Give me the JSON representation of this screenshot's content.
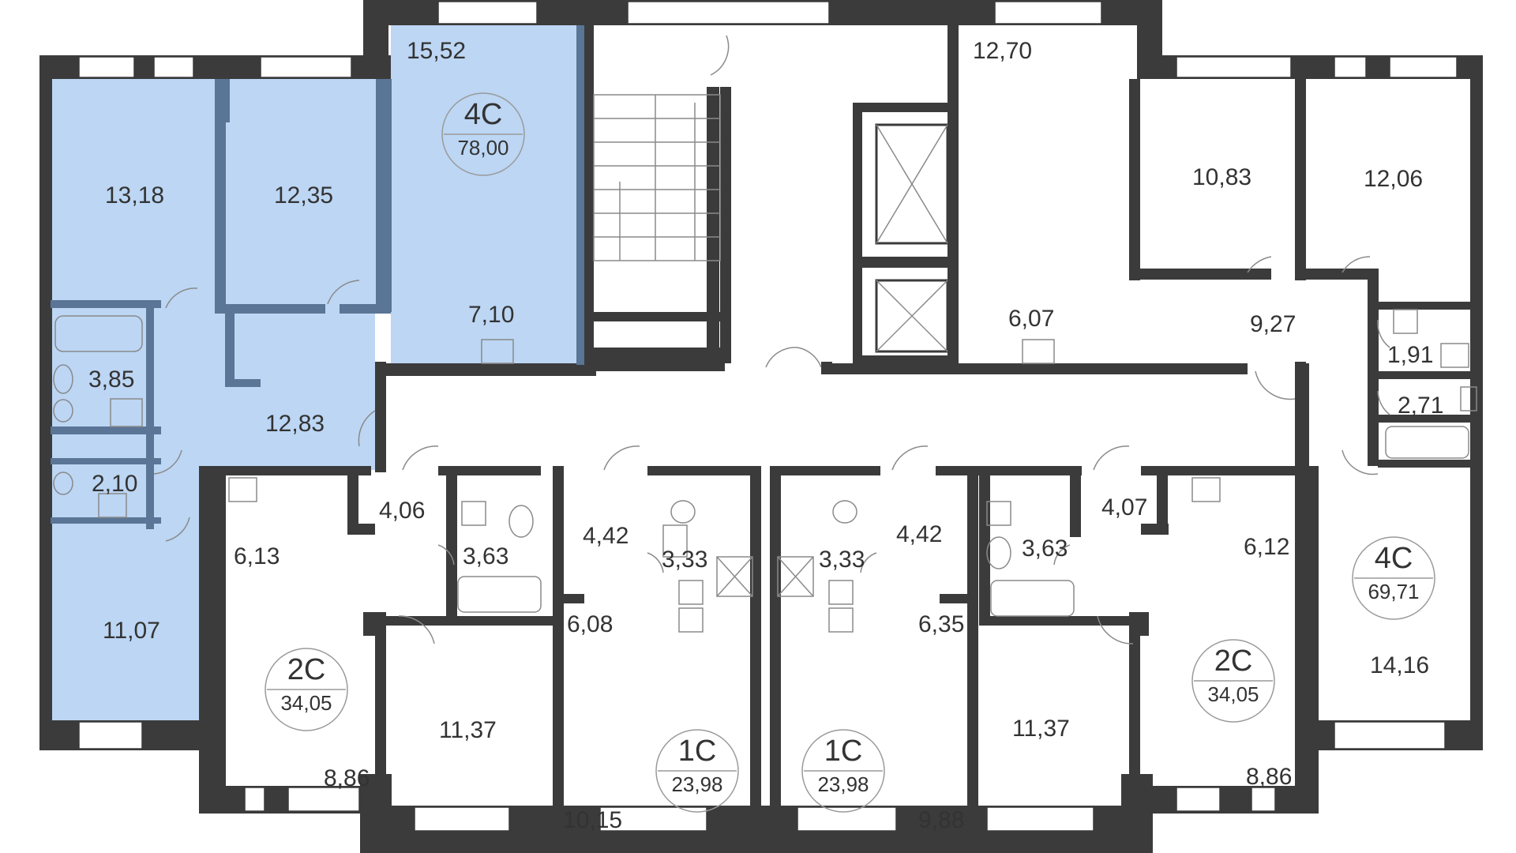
{
  "colors": {
    "wall": "#3b3b3b",
    "highlight": "#bcd6f4",
    "highlight_wall": "#5a7596",
    "text": "#333333",
    "fixture": "#8a8a8a"
  },
  "apartments": [
    {
      "id": "apt-4c-left",
      "code": "4C",
      "area": "78,00"
    },
    {
      "id": "apt-4c-right",
      "code": "4C",
      "area": "69,71"
    },
    {
      "id": "apt-2c-left",
      "code": "2C",
      "area": "34,05"
    },
    {
      "id": "apt-2c-right",
      "code": "2C",
      "area": "34,05"
    },
    {
      "id": "apt-1c-left",
      "code": "1C",
      "area": "23,98"
    },
    {
      "id": "apt-1c-right",
      "code": "1C",
      "area": "23,98"
    }
  ],
  "rooms": [
    "15,52",
    "13,18",
    "12,35",
    "7,10",
    "3,85",
    "12,83",
    "2,10",
    "11,07",
    "12,70",
    "10,83",
    "12,06",
    "6,07",
    "9,27",
    "1,91",
    "2,71",
    "14,16",
    "6,13",
    "4,06",
    "3,63",
    "8,86",
    "11,37",
    "4,42",
    "6,08",
    "3,33",
    "10,15",
    "3,33",
    "4,42",
    "6,35",
    "9,88",
    "3,63",
    "4,07",
    "6,12",
    "11,37",
    "8,86"
  ]
}
